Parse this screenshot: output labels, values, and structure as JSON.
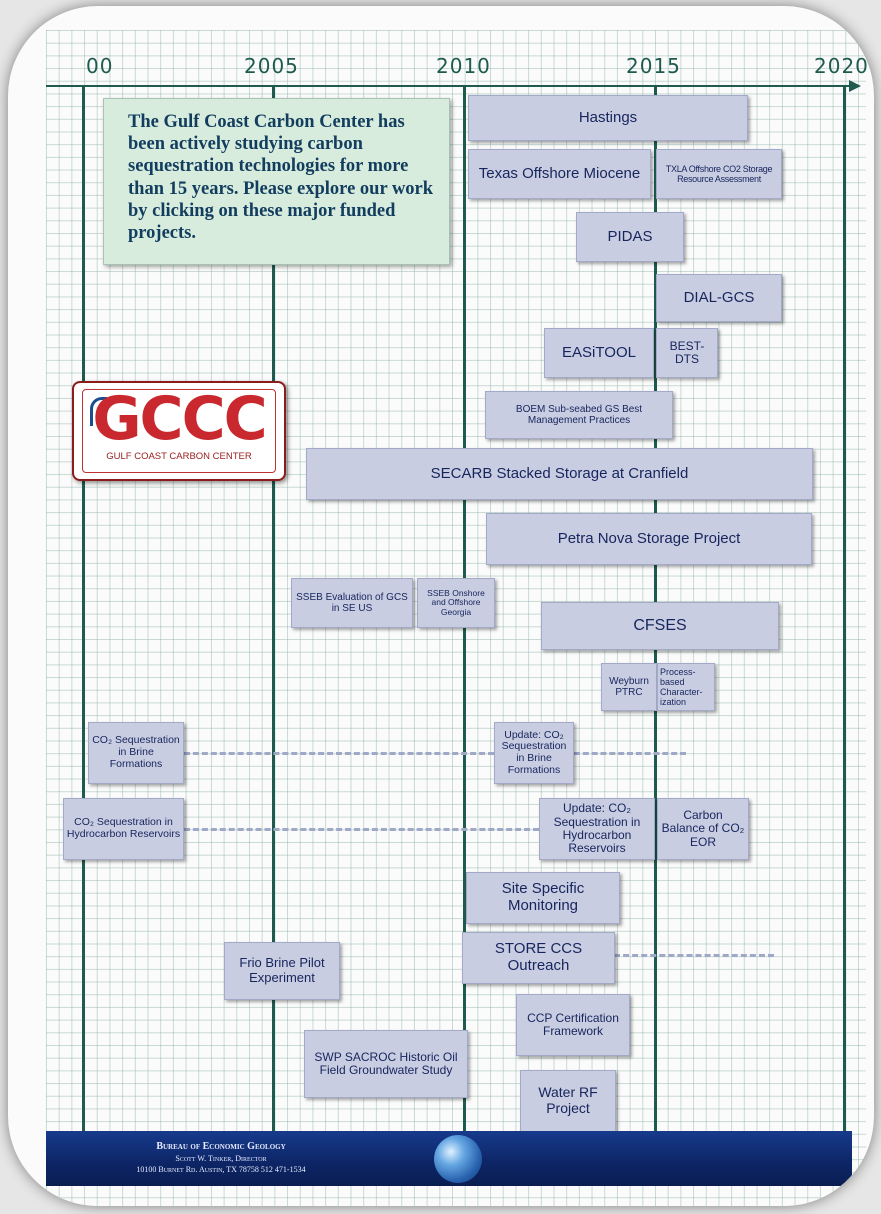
{
  "timeline": {
    "years": [
      "00",
      "2005",
      "2010",
      "2015",
      "2020"
    ]
  },
  "intro_text": "The Gulf Coast Carbon Center has been actively studying carbon sequestration technologies for more than 15 years. Please explore our work by clicking on these major funded projects.",
  "logo": {
    "letters": "GCCC",
    "subtitle": "GULF COAST CARBON CENTER"
  },
  "projects": [
    "Hastings",
    "Texas Offshore Miocene",
    "TXLA Offshore CO2 Storage Resource Assessment",
    "PIDAS",
    "DIAL-GCS",
    "EASiTOOL",
    "BEST-DTS",
    "BOEM Sub-seabed GS Best Management Practices",
    "SECARB Stacked Storage at Cranfield",
    "Petra Nova Storage Project",
    "SSEB Evaluation of GCS in SE US",
    "SSEB Onshore and Offshore Georgia",
    "CFSES",
    "Weyburn PTRC",
    "Process-based Character-ization",
    "CO₂ Sequestration in Brine Formations",
    "Update: CO₂ Sequestration in Brine Formations",
    "CO₂ Sequestration in Hydrocarbon Reservoirs",
    "Update: CO₂ Sequestration in Hydrocarbon Reservoirs",
    "Carbon Balance of CO₂ EOR",
    "Site Specific Monitoring",
    "STORE CCS Outreach",
    "Frio Brine Pilot Experiment",
    "CCP Certification Framework",
    "SWP SACROC Historic Oil Field Groundwater Study",
    "Water RF Project"
  ],
  "footer": {
    "org": "Bureau of Economic Geology",
    "director": "Scott W. Tinker, Director",
    "address": "10100 Burnet Rd. Austin, TX 78758   512 471-1534"
  }
}
